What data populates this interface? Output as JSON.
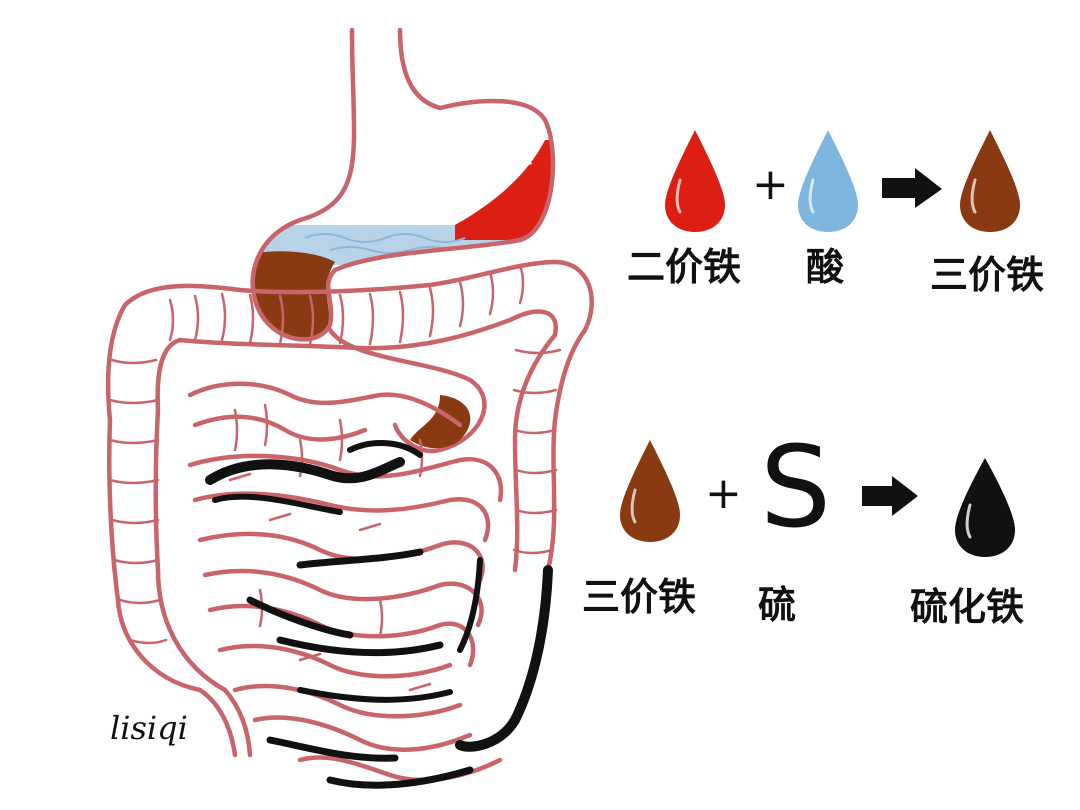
{
  "reactions": [
    {
      "reactant1": {
        "label": "二价铁",
        "icon": "red-drop-icon",
        "color": "#dd1e12"
      },
      "operator": "+",
      "reactant2": {
        "label": "酸",
        "icon": "blue-drop-icon",
        "color": "#7eb6df"
      },
      "arrow_icon": "right-arrow-icon",
      "product": {
        "label": "三价铁",
        "icon": "brown-drop-icon",
        "color": "#8a3a12"
      }
    },
    {
      "reactant1": {
        "label": "三价铁",
        "icon": "brown-drop-icon",
        "color": "#8a3a12"
      },
      "operator": "+",
      "reactant2": {
        "label": "硫",
        "symbol": "S",
        "icon": "sulfur-letter"
      },
      "arrow_icon": "right-arrow-icon",
      "product": {
        "label": "硫化铁",
        "icon": "black-drop-icon",
        "color": "#111111"
      }
    }
  ],
  "signature": "lisiqi",
  "colors": {
    "outline": "#c9646a",
    "stomach_acid": "#b8d3e8",
    "blood": "#dd1e12",
    "ferric": "#8a3a12",
    "sulfide": "#111111"
  }
}
